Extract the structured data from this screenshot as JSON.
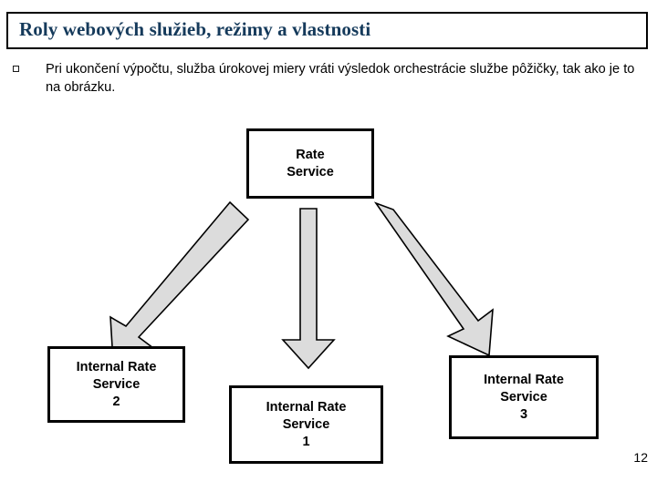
{
  "slide": {
    "title": "Roly webových služieb, režimy a vlastnosti",
    "page_number": "12",
    "title_color": "#153a5b",
    "border_color": "#000000",
    "background": "#ffffff"
  },
  "body": {
    "bullet_icon": "hollow-square-bullet",
    "paragraph": "Pri ukončení výpočtu, služba úrokovej miery vráti výsledok orchestrácie službe pôžičky, tak ako je to na obrázku."
  },
  "diagram": {
    "type": "flow",
    "arrow_fill": "#dcdcdc",
    "arrow_stroke": "#000000",
    "node_border": "#000000",
    "nodes": [
      {
        "id": "rate-service",
        "label": "Rate\nService"
      },
      {
        "id": "internal-2",
        "label": "Internal Rate\nService\n2"
      },
      {
        "id": "internal-1",
        "label": "Internal Rate\nService\n1"
      },
      {
        "id": "internal-3",
        "label": "Internal Rate\nService\n3"
      }
    ],
    "edges": [
      {
        "from": "rate-service",
        "to": "internal-2",
        "direction": "down-left"
      },
      {
        "from": "rate-service",
        "to": "internal-1",
        "direction": "down"
      },
      {
        "from": "rate-service",
        "to": "internal-3",
        "direction": "down-right"
      }
    ]
  }
}
